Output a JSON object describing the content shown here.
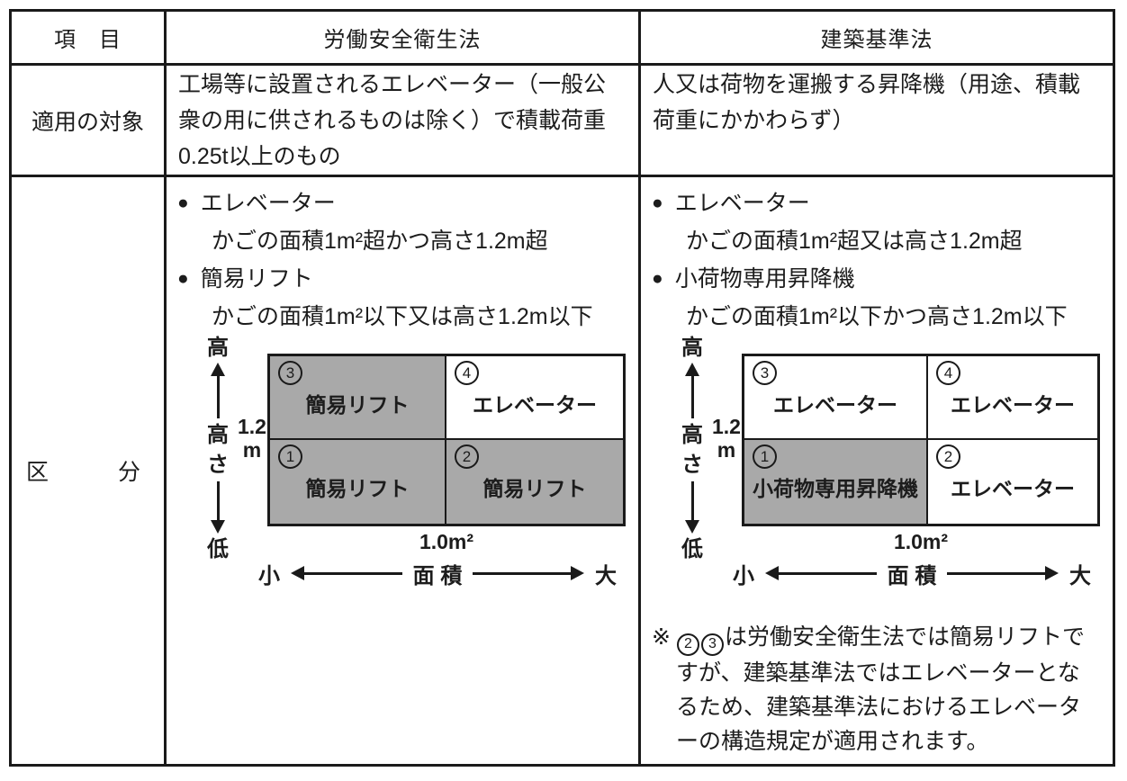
{
  "palette": {
    "border": "#1a1a1a",
    "shade": "#a9a9a9",
    "background": "#ffffff"
  },
  "bullet_marker": "●",
  "header": {
    "item": "項　目",
    "osh": "労働安全衛生法",
    "bsl": "建築基準法"
  },
  "scope_row": {
    "label": "適用の対象",
    "osh_text": "工場等に設置されるエレベーター（一般公衆の用に供されるものは除く）で積載荷重0.25t以上のもの",
    "bsl_text": "人又は荷物を運搬する昇降機（用途、積載荷重にかかわらず）"
  },
  "class_row": {
    "label_chars": [
      "区",
      "分"
    ]
  },
  "axes": {
    "y_top": "高",
    "y_axis": "高さ",
    "y_bottom": "低",
    "y_threshold_value": "1.2",
    "y_threshold_unit": "m",
    "x_threshold": "1.0m²",
    "x_left": "小",
    "x_label": "面 積",
    "x_right": "大"
  },
  "osh": {
    "bullets": [
      {
        "title": "エレベーター",
        "desc": "かごの面積1m²超かつ高さ1.2m超"
      },
      {
        "title": "簡易リフト",
        "desc": "かごの面積1m²以下又は高さ1.2m以下"
      }
    ],
    "quadrants": [
      {
        "num": "3",
        "label": "簡易リフト",
        "shaded": true
      },
      {
        "num": "4",
        "label": "エレベーター",
        "shaded": false
      },
      {
        "num": "1",
        "label": "簡易リフト",
        "shaded": true
      },
      {
        "num": "2",
        "label": "簡易リフト",
        "shaded": true
      }
    ]
  },
  "bsl": {
    "bullets": [
      {
        "title": "エレベーター",
        "desc": "かごの面積1m²超又は高さ1.2m超"
      },
      {
        "title": "小荷物専用昇降機",
        "desc": "かごの面積1m²以下かつ高さ1.2m以下"
      }
    ],
    "quadrants": [
      {
        "num": "3",
        "label": "エレベーター",
        "shaded": false
      },
      {
        "num": "4",
        "label": "エレベーター",
        "shaded": false
      },
      {
        "num": "1",
        "label": "小荷物専用昇降機",
        "shaded": true
      },
      {
        "num": "2",
        "label": "エレベーター",
        "shaded": false
      }
    ],
    "note": {
      "mark": "※",
      "refs": [
        "2",
        "3"
      ],
      "body": "は労働安全衛生法では簡易リフトですが、建築基準法ではエレベーターとなるため、建築基準法におけるエレベーターの構造規定が適用されます。"
    }
  }
}
